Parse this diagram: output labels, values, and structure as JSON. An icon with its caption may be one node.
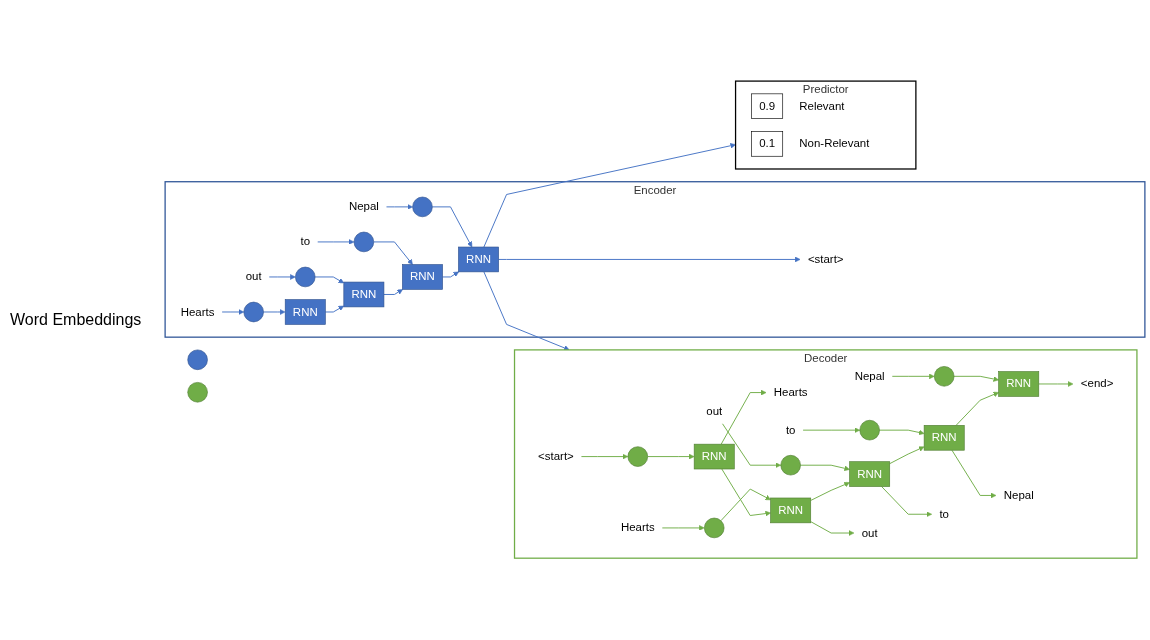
{
  "diagram": {
    "nodes": [
      {
        "text": [],
        "shape": "circle"
      },
      {
        "text": [],
        "shape": "circle"
      },
      {
        "text": [
          "Decoder"
        ]
      },
      {
        "text": [
          "Hearts"
        ],
        "in": 2
      },
      {
        "text": [
          "out"
        ],
        "in": 2
      },
      {
        "text": [
          "to"
        ],
        "in": 2
      },
      {
        "text": [
          "Nepal"
        ],
        "in": 2
      },
      {
        "text": [
          "<end>"
        ],
        "in": 2
      },
      {
        "text": [
          "RNN"
        ],
        "in": 2
      },
      {
        "text": [
          "RNN"
        ],
        "in": 2
      },
      {
        "text": [
          "RNN"
        ],
        "in": 2
      },
      {
        "text": [
          "RNN"
        ],
        "in": 2
      },
      {
        "text": [
          "RNN"
        ],
        "in": 2
      },
      {
        "text": [],
        "shape": "circle",
        "in": 2
      },
      {
        "text": [],
        "shape": "circle",
        "in": 2
      },
      {
        "text": [],
        "shape": "circle",
        "in": 2
      },
      {
        "text": [],
        "shape": "circle",
        "in": 2
      },
      {
        "text": [],
        "shape": "circle",
        "in": 2
      },
      {
        "text": [
          "<start>"
        ],
        "in": 2
      },
      {
        "text": [
          "Hearts"
        ],
        "in": 2
      },
      {
        "text": [
          "out"
        ],
        "in": 2
      },
      {
        "text": [
          "to"
        ],
        "in": 2
      },
      {
        "text": [
          "Nepal"
        ],
        "in": 2
      },
      {
        "text": [
          "Encoder"
        ]
      },
      {
        "text": [
          "<start>"
        ],
        "in": 23
      },
      {
        "text": [
          "RNN"
        ],
        "in": 23
      },
      {
        "text": [
          "RNN"
        ],
        "in": 23
      },
      {
        "text": [
          "RNN"
        ],
        "in": 23
      },
      {
        "text": [
          "RNN"
        ],
        "in": 23
      },
      {
        "text": [],
        "shape": "circle",
        "in": 23
      },
      {
        "text": [],
        "shape": "circle",
        "in": 23
      },
      {
        "text": [],
        "shape": "circle",
        "in": 23
      },
      {
        "text": [],
        "shape": "circle",
        "in": 23
      },
      {
        "text": [
          "Hearts"
        ],
        "in": 23
      },
      {
        "text": [
          "out"
        ],
        "in": 23
      },
      {
        "text": [
          "to"
        ],
        "in": 23
      },
      {
        "text": [
          "Nepal"
        ],
        "in": 23
      },
      {
        "text": [
          "Predictor"
        ]
      },
      {
        "text": [
          "0.9"
        ],
        "beside": [
          "Relevant"
        ],
        "in": 37
      },
      {
        "text": [
          "0.1"
        ],
        "beside": [
          "Non-Relevant"
        ],
        "in": 37
      }
    ],
    "edges": [
      {
        "from": 33,
        "to": 29,
        "arrow": "to",
        "color": "#4472c4"
      },
      {
        "from": 34,
        "to": 30,
        "arrow": "to",
        "color": "#4472c4"
      },
      {
        "from": 35,
        "to": 31,
        "arrow": "to",
        "color": "#4472c4"
      },
      {
        "from": 36,
        "to": 32,
        "arrow": "to",
        "color": "#4472c4"
      },
      {
        "from": 29,
        "to": 25,
        "arrow": "to",
        "color": "#4472c4"
      },
      {
        "from": 30,
        "to": 26,
        "arrow": "to",
        "color": "#4472c4"
      },
      {
        "from": 31,
        "to": 27,
        "arrow": "to",
        "color": "#4472c4"
      },
      {
        "from": 32,
        "to": 28,
        "arrow": "to",
        "color": "#4472c4"
      },
      {
        "from": 25,
        "to": 26,
        "arrow": "to",
        "color": "#4472c4"
      },
      {
        "from": 26,
        "to": 27,
        "arrow": "to",
        "color": "#4472c4"
      },
      {
        "from": 27,
        "to": 28,
        "arrow": "to",
        "color": "#4472c4"
      },
      {
        "from": 28,
        "to": 24,
        "arrow": "to",
        "color": "#4472c4"
      },
      {
        "from": 28,
        "to": 2,
        "arrow": "to",
        "color": "#4472c4"
      },
      {
        "from": 28,
        "to": 37,
        "arrow": "to",
        "color": "#4472c4"
      },
      {
        "from": 18,
        "to": 13,
        "arrow": "to"
      },
      {
        "from": 19,
        "to": 14,
        "arrow": "to"
      },
      {
        "from": 20,
        "to": 15,
        "arrow": "to"
      },
      {
        "from": 21,
        "to": 16,
        "arrow": "to"
      },
      {
        "from": 22,
        "to": 17,
        "arrow": "to"
      },
      {
        "from": 13,
        "to": 8,
        "arrow": "to"
      },
      {
        "from": 14,
        "to": 9,
        "arrow": "to"
      },
      {
        "from": 15,
        "to": 10,
        "arrow": "to"
      },
      {
        "from": 16,
        "to": 11,
        "arrow": "to"
      },
      {
        "from": 17,
        "to": 12,
        "arrow": "to"
      },
      {
        "from": 8,
        "to": 9,
        "arrow": "to"
      },
      {
        "from": 9,
        "to": 10,
        "arrow": "to"
      },
      {
        "from": 10,
        "to": 11,
        "arrow": "to"
      },
      {
        "from": 11,
        "to": 12,
        "arrow": "to"
      },
      {
        "from": 8,
        "to": 3,
        "arrow": "to"
      },
      {
        "from": 9,
        "to": 4,
        "arrow": "to"
      },
      {
        "from": 10,
        "to": 5,
        "arrow": "to"
      },
      {
        "from": 11,
        "to": 6,
        "arrow": "to"
      },
      {
        "from": 12,
        "to": 7,
        "arrow": "to"
      }
    ],
    "labels": [
      "Word Embeddings"
    ]
  }
}
